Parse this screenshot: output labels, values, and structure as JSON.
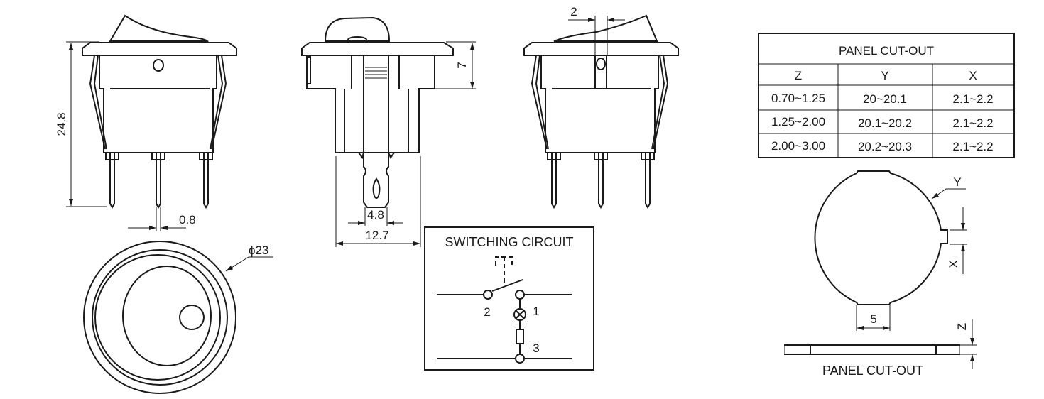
{
  "dimensions": {
    "height": "24.8",
    "pin_width": "0.8",
    "diameter": "ϕ23",
    "flange_height": "7",
    "tab_width": "4.8",
    "body_width": "12.7",
    "offset": "2"
  },
  "circuit": {
    "title": "SWITCHING CIRCUIT",
    "terminals": [
      "2",
      "1",
      "3"
    ]
  },
  "table": {
    "title": "PANEL CUT-OUT",
    "headers": [
      "Z",
      "Y",
      "X"
    ],
    "rows": [
      [
        "0.70~1.25",
        "20~20.1",
        "2.1~2.2"
      ],
      [
        "1.25~2.00",
        "20.1~20.2",
        "2.1~2.2"
      ],
      [
        "2.00~3.00",
        "20.2~20.3",
        "2.1~2.2"
      ]
    ]
  },
  "cutout": {
    "label_y": "Y",
    "label_x": "X",
    "label_z": "Z",
    "flat_width": "5",
    "caption": "PANEL CUT-OUT"
  }
}
